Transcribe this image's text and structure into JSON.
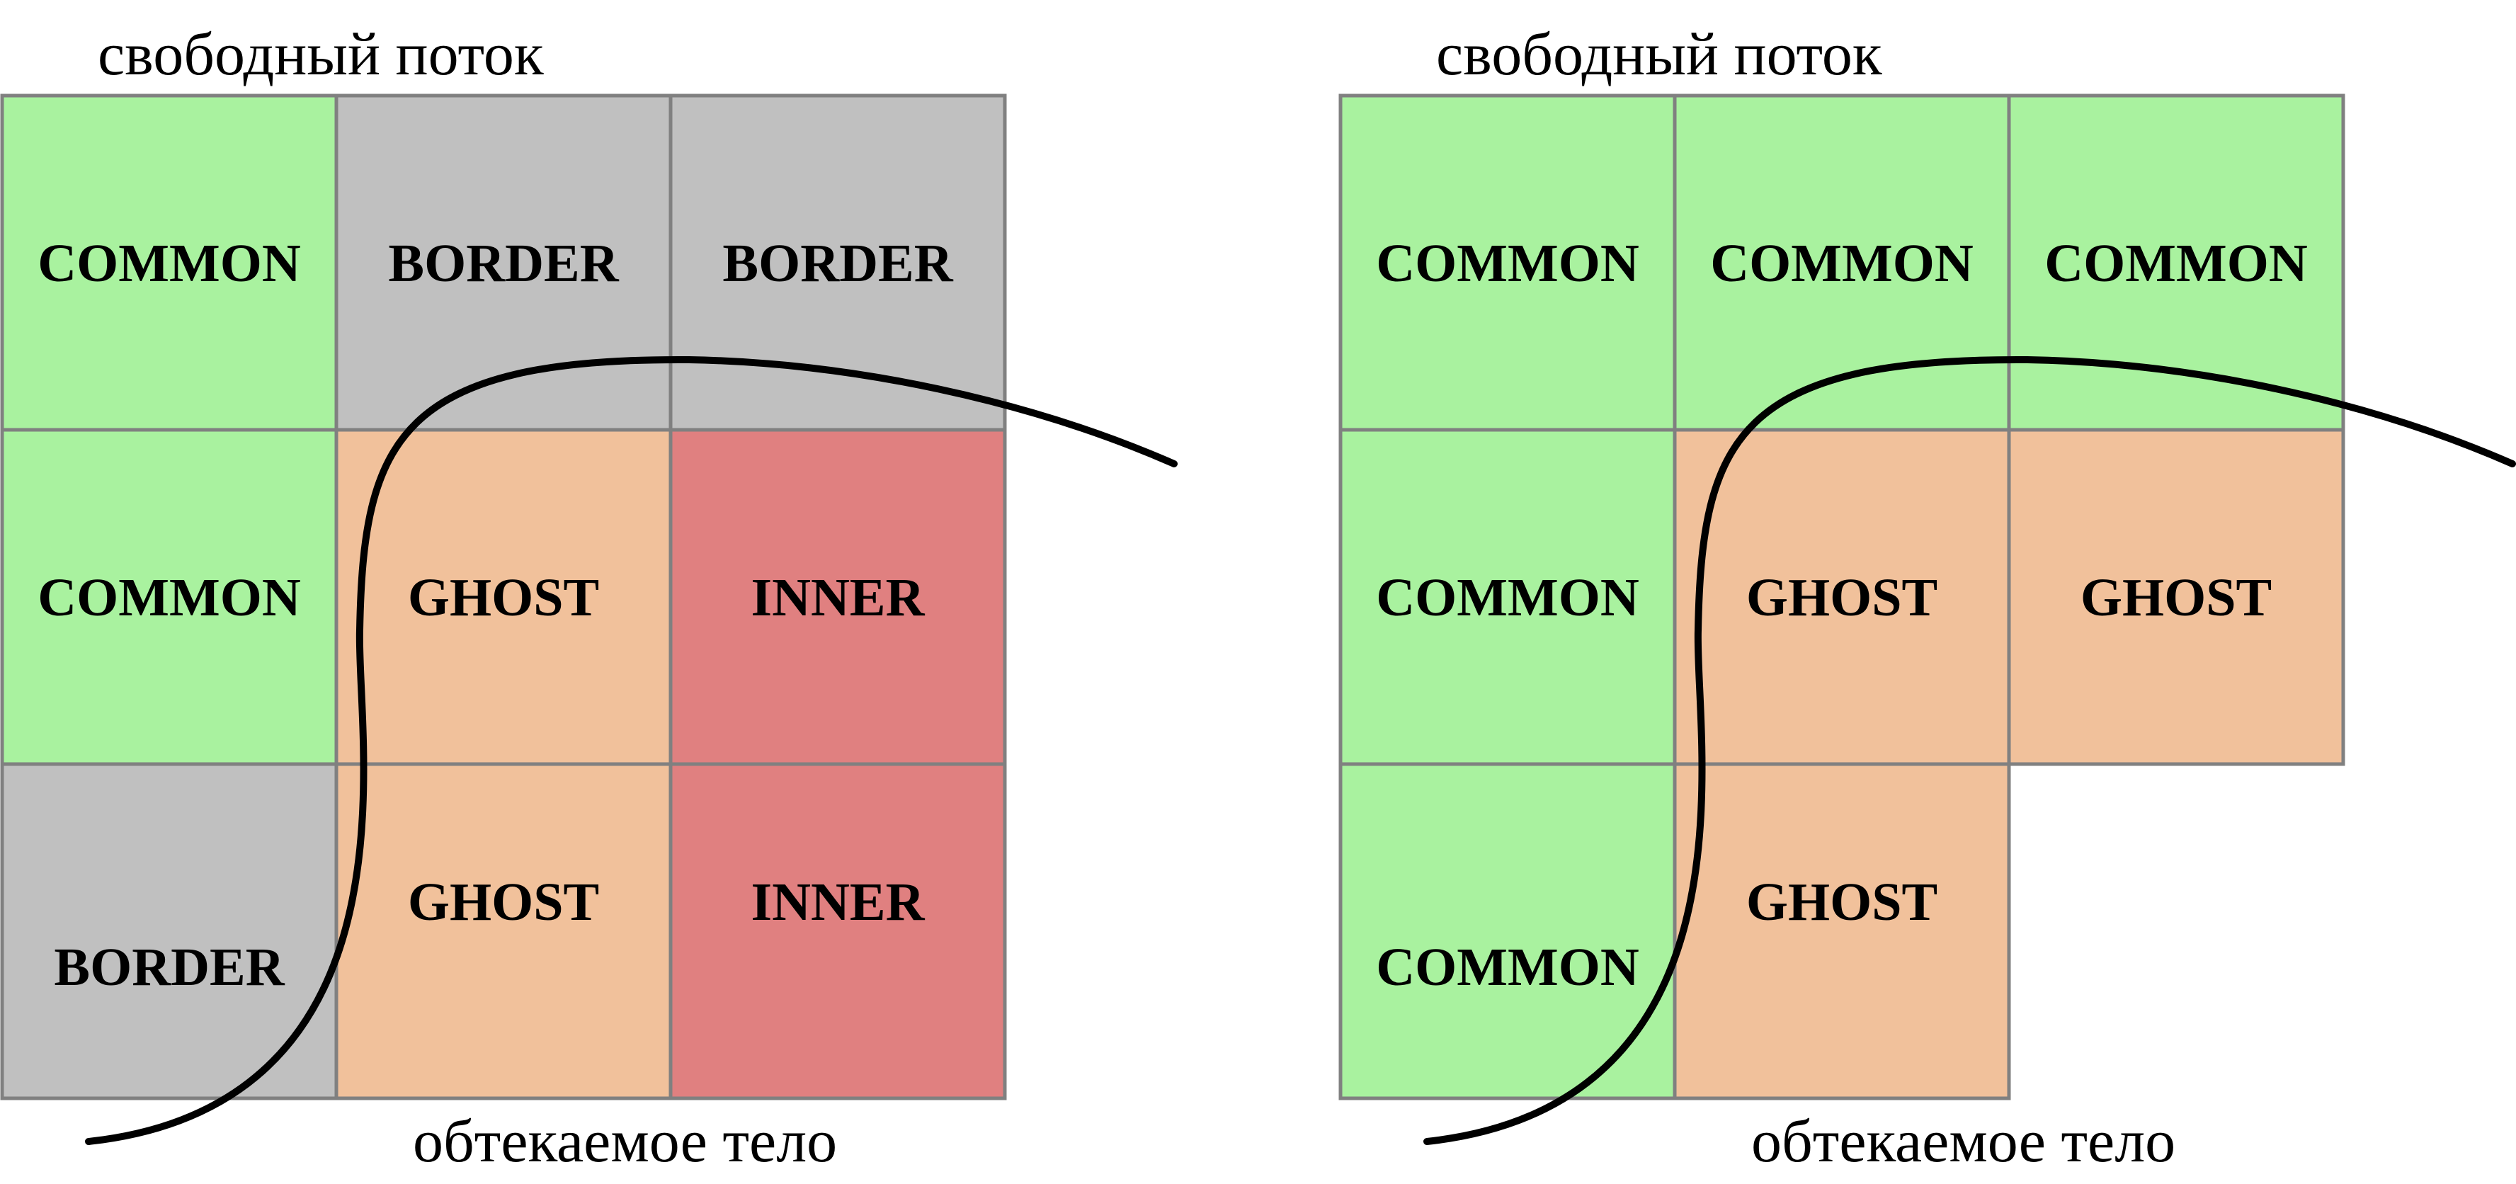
{
  "colors": {
    "COMMON": "#a9f29f",
    "BORDER": "#c0c0c0",
    "GHOST": "#f1c19b",
    "INNER": "#e08080",
    "grid_line": "#808080",
    "curve": "#000000"
  },
  "panels": [
    {
      "top_label": "свободный поток",
      "bottom_label": "обтекаемое тело",
      "grid": [
        [
          "COMMON",
          "BORDER",
          "BORDER"
        ],
        [
          "COMMON",
          "GHOST",
          "INNER"
        ],
        [
          "BORDER",
          "GHOST",
          "INNER"
        ]
      ]
    },
    {
      "top_label": "свободный поток",
      "bottom_label": "обтекаемое тело",
      "grid": [
        [
          "COMMON",
          "COMMON",
          "COMMON"
        ],
        [
          "COMMON",
          "GHOST",
          "GHOST"
        ],
        [
          "COMMON",
          "GHOST",
          null
        ]
      ]
    }
  ]
}
